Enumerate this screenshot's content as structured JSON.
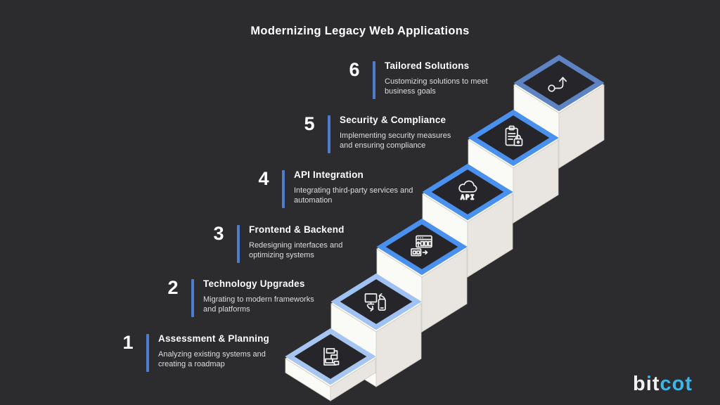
{
  "title": "Modernizing Legacy Web Applications",
  "colors": {
    "background": "#2c2b2d",
    "accent_bar": "#4f7dce",
    "text_primary": "#ffffff",
    "text_secondary": "#dedede",
    "logo_accent": "#3eb5e6",
    "wall_light": "#fafaf7",
    "wall_shade": "#e9e6e1",
    "wall_edge": "#cfccc6",
    "platform_fill": "#26262a"
  },
  "steps": [
    {
      "number": "1",
      "title": "Assessment & Planning",
      "desc": "Analyzing existing systems and creating a roadmap",
      "icon": "gantt-chart-icon",
      "border": "#a6c6f1"
    },
    {
      "number": "2",
      "title": "Technology Upgrades",
      "desc": "Migrating to modern frameworks and platforms",
      "icon": "device-sync-icon",
      "border": "#9fc2f2"
    },
    {
      "number": "3",
      "title": "Frontend & Backend",
      "desc": "Redesigning interfaces and optimizing systems",
      "icon": "browser-windows-icon",
      "border": "#4a90ee"
    },
    {
      "number": "4",
      "title": "API Integration",
      "desc": "Integrating third-party services and automation",
      "icon": "cloud-api-icon",
      "icon_text": "API",
      "border": "#4a90ee"
    },
    {
      "number": "5",
      "title": "Security & Compliance",
      "desc": "Implementing security measures and ensuring compliance",
      "icon": "clipboard-lock-icon",
      "border": "#4a90ee"
    },
    {
      "number": "6",
      "title": "Tailored Solutions",
      "desc": "Customizing solutions to meet business goals",
      "icon": "growth-arrow-icon",
      "border": "#5d83c3"
    }
  ],
  "logo": {
    "pre": "b",
    "i_dotless": "ı",
    "mid": "t",
    "accent": "cot"
  }
}
